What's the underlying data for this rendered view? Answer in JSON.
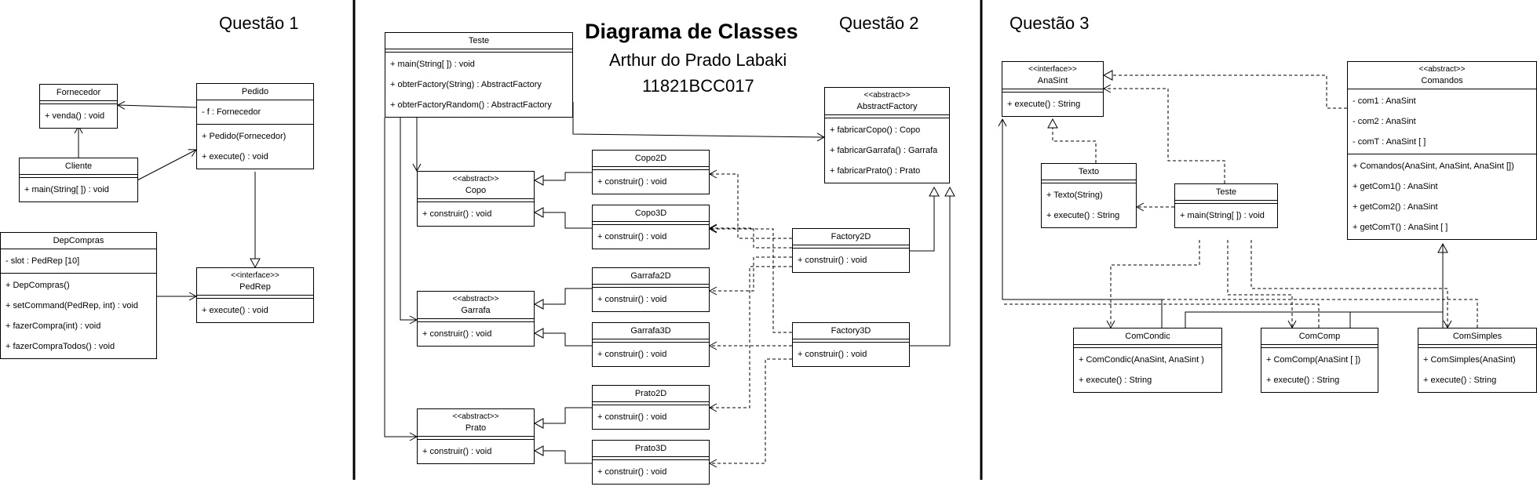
{
  "titles": {
    "questao1": "Questão 1",
    "questao2": "Questão 2",
    "questao3": "Questão 3",
    "diagrama": "Diagrama de Classes",
    "autor": "Arthur do Prado Labaki",
    "ra": "11821BCC017"
  },
  "classes": [
    {
      "id": "q1_fornecedor",
      "stereo": "",
      "name": "Fornecedor",
      "attrs": [],
      "methods": [
        "+ venda() : void"
      ]
    },
    {
      "id": "q1_pedido",
      "stereo": "",
      "name": "Pedido",
      "attrs": [
        "- f : Fornecedor"
      ],
      "methods": [
        "+ Pedido(Fornecedor)",
        "+ execute() : void"
      ]
    },
    {
      "id": "q1_cliente",
      "stereo": "",
      "name": "Cliente",
      "attrs": [],
      "methods": [
        "+ main(String[ ]) : void"
      ]
    },
    {
      "id": "q1_depcompras",
      "stereo": "",
      "name": "DepCompras",
      "attrs": [
        "- slot : PedRep [10]"
      ],
      "methods": [
        "+ DepCompras()",
        "+ setCommand(PedRep, int) : void",
        "+ fazerCompra(int) : void",
        "+ fazerCompraTodos() : void"
      ]
    },
    {
      "id": "q1_pedrep",
      "stereo": "<<interface>>",
      "name": "PedRep",
      "attrs": [],
      "methods": [
        "+ execute() : void"
      ]
    },
    {
      "id": "q2_teste",
      "stereo": "",
      "name": "Teste",
      "attrs": [],
      "methods": [
        "+ main(String[ ]) : void",
        "+ obterFactory(String) : AbstractFactory",
        "+ obterFactoryRandom() : AbstractFactory"
      ]
    },
    {
      "id": "q2_abstractfactory",
      "stereo": "<<abstract>>",
      "name": "AbstractFactory",
      "attrs": [],
      "methods": [
        "+ fabricarCopo() : Copo",
        "+ fabricarGarrafa() : Garrafa",
        "+ fabricarPrato() : Prato"
      ]
    },
    {
      "id": "q2_copo",
      "stereo": "<<abstract>>",
      "name": "Copo",
      "attrs": [],
      "methods": [
        "+ construir() : void"
      ]
    },
    {
      "id": "q2_garrafa",
      "stereo": "<<abstract>>",
      "name": "Garrafa",
      "attrs": [],
      "methods": [
        "+ construir() : void"
      ]
    },
    {
      "id": "q2_prato",
      "stereo": "<<abstract>>",
      "name": "Prato",
      "attrs": [],
      "methods": [
        "+ construir() : void"
      ]
    },
    {
      "id": "q2_copo2d",
      "stereo": "",
      "name": "Copo2D",
      "attrs": [],
      "methods": [
        "+ construir() : void"
      ]
    },
    {
      "id": "q2_copo3d",
      "stereo": "",
      "name": "Copo3D",
      "attrs": [],
      "methods": [
        "+ construir() : void"
      ]
    },
    {
      "id": "q2_garrafa2d",
      "stereo": "",
      "name": "Garrafa2D",
      "attrs": [],
      "methods": [
        "+ construir() : void"
      ]
    },
    {
      "id": "q2_garrafa3d",
      "stereo": "",
      "name": "Garrafa3D",
      "attrs": [],
      "methods": [
        "+ construir() : void"
      ]
    },
    {
      "id": "q2_prato2d",
      "stereo": "",
      "name": "Prato2D",
      "attrs": [],
      "methods": [
        "+ construir() : void"
      ]
    },
    {
      "id": "q2_prato3d",
      "stereo": "",
      "name": "Prato3D",
      "attrs": [],
      "methods": [
        "+ construir() : void"
      ]
    },
    {
      "id": "q2_factory2d",
      "stereo": "",
      "name": "Factory2D",
      "attrs": [],
      "methods": [
        "+ construir() : void"
      ]
    },
    {
      "id": "q2_factory3d",
      "stereo": "",
      "name": "Factory3D",
      "attrs": [],
      "methods": [
        "+ construir() : void"
      ]
    },
    {
      "id": "q3_anasint",
      "stereo": "<<interface>>",
      "name": "AnaSint",
      "attrs": [],
      "methods": [
        "+ execute() : String"
      ]
    },
    {
      "id": "q3_comandos",
      "stereo": "<<abstract>>",
      "name": "Comandos",
      "attrs": [
        "- com1 : AnaSint",
        "- com2 : AnaSint",
        "- comT : AnaSint [ ]"
      ],
      "methods": [
        "+ Comandos(AnaSint, AnaSint, AnaSint [])",
        "+ getCom1() : AnaSint",
        "+ getCom2() : AnaSint",
        "+ getComT() : AnaSint [ ]"
      ]
    },
    {
      "id": "q3_texto",
      "stereo": "",
      "name": "Texto",
      "attrs": [],
      "methods": [
        "+ Texto(String)",
        "+ execute() : String"
      ]
    },
    {
      "id": "q3_teste",
      "stereo": "",
      "name": "Teste",
      "attrs": [],
      "methods": [
        "+ main(String[ ]) : void"
      ]
    },
    {
      "id": "q3_comcondic",
      "stereo": "",
      "name": "ComCondic",
      "attrs": [],
      "methods": [
        "+ ComCondic(AnaSint, AnaSint )",
        "+ execute() : String"
      ]
    },
    {
      "id": "q3_comcomp",
      "stereo": "",
      "name": "ComComp",
      "attrs": [],
      "methods": [
        "+ ComComp(AnaSint [ ])",
        "+ execute() : String"
      ]
    },
    {
      "id": "q3_comsimples",
      "stereo": "",
      "name": "ComSimples",
      "attrs": [],
      "methods": [
        "+ ComSimples(AnaSint)",
        "+ execute() : String"
      ]
    }
  ]
}
